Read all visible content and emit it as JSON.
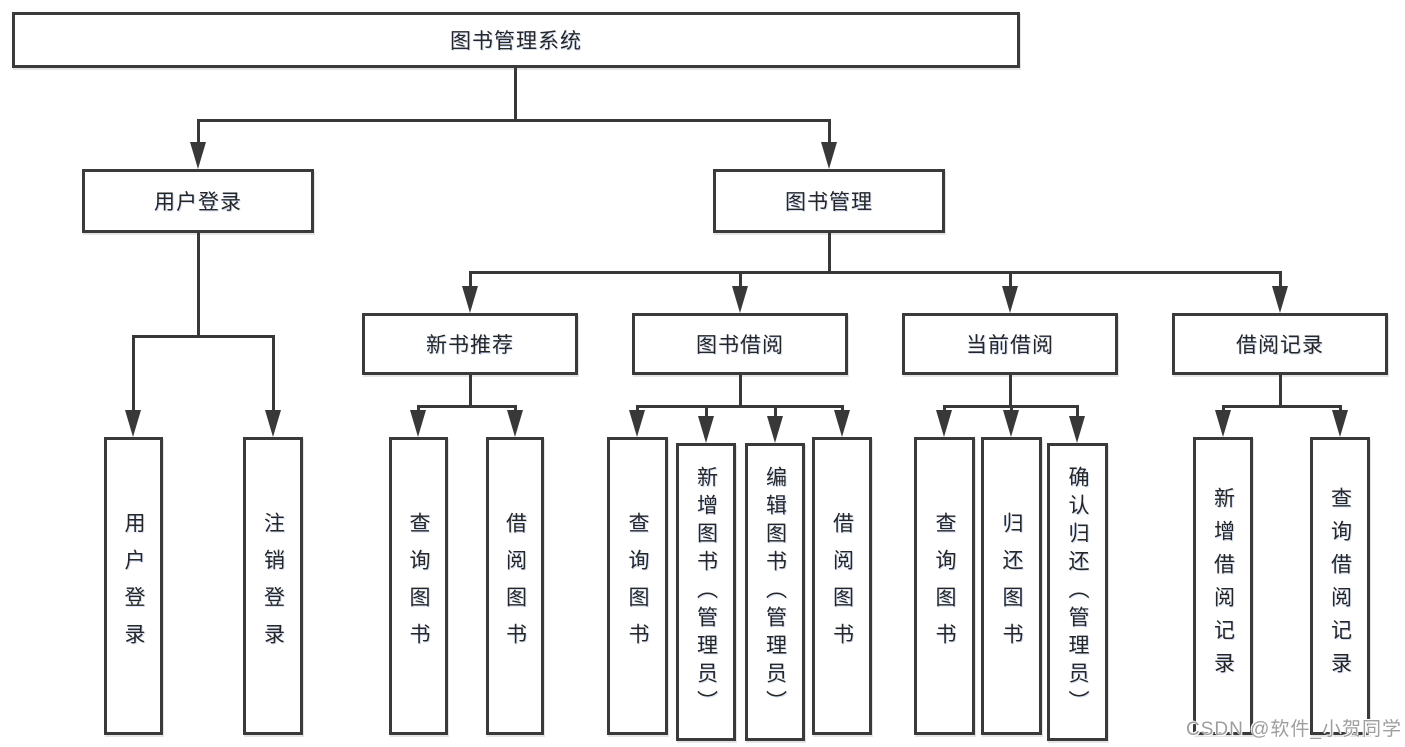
{
  "diagram": {
    "root": {
      "label": "图书管理系统"
    },
    "branches": [
      {
        "label": "用户登录",
        "children": [
          {
            "label": "用户登录"
          },
          {
            "label": "注销登录"
          }
        ]
      },
      {
        "label": "图书管理",
        "children": [
          {
            "label": "新书推荐",
            "children": [
              {
                "label": "查询图书"
              },
              {
                "label": "借阅图书"
              }
            ]
          },
          {
            "label": "图书借阅",
            "children": [
              {
                "label": "查询图书"
              },
              {
                "label": "新增图书（管理员）"
              },
              {
                "label": "编辑图书（管理员）"
              },
              {
                "label": "借阅图书"
              }
            ]
          },
          {
            "label": "当前借阅",
            "children": [
              {
                "label": "查询图书"
              },
              {
                "label": "归还图书"
              },
              {
                "label": "确认归还（管理员）"
              }
            ]
          },
          {
            "label": "借阅记录",
            "children": [
              {
                "label": "新增借阅记录"
              },
              {
                "label": "查询借阅记录"
              }
            ]
          }
        ]
      }
    ],
    "line_color": "#383838"
  },
  "watermark": {
    "text": "CSDN @软件_小贺同学",
    "color": "#9e9e9e"
  }
}
